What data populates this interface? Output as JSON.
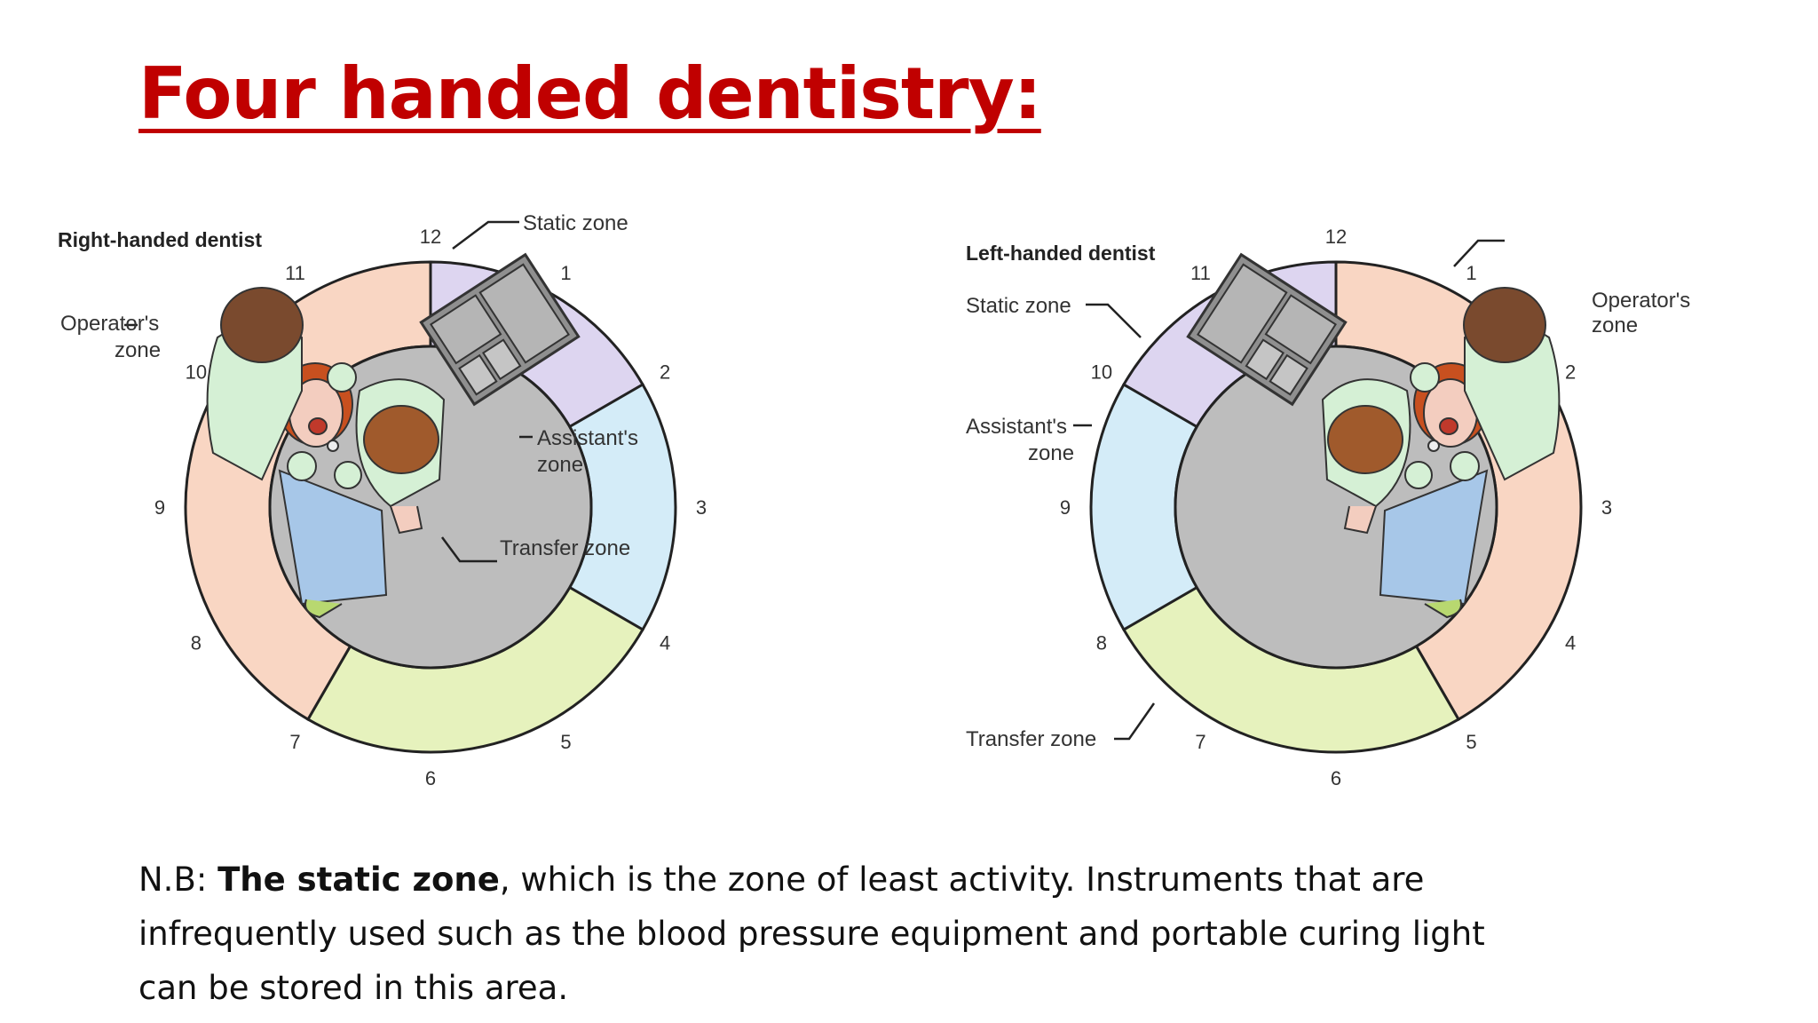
{
  "slide": {
    "title": "Four handed dentistry:",
    "note": {
      "prefix": "N.B: ",
      "bold": "The static zone",
      "rest": ", which is the zone of least activity. Instruments that are infrequently used such as the blood pressure equipment and portable curing light can be stored in this area."
    }
  },
  "diagrams": [
    {
      "heading": "Right-handed dentist",
      "zones": [
        {
          "name": "Static zone",
          "from": 0,
          "to": 2,
          "color": "#ddd5f0"
        },
        {
          "name": "Assistant's zone",
          "from": 2,
          "to": 4,
          "color": "#d4ecf8"
        },
        {
          "name": "Transfer zone",
          "from": 4,
          "to": 7,
          "color": "#e6f2bd"
        },
        {
          "name": "Operator's zone",
          "from": 7,
          "to": 12,
          "color": "#f9d6c3"
        }
      ],
      "labels": {
        "static": "Static zone",
        "assistant": [
          "Assistant's",
          "zone"
        ],
        "transfer": "Transfer zone",
        "operator": [
          "Operator's",
          "zone"
        ]
      },
      "clock": [
        "12",
        "1",
        "2",
        "3",
        "4",
        "5",
        "6",
        "7",
        "8",
        "9",
        "10",
        "11"
      ]
    },
    {
      "heading": "Left-handed dentist",
      "zones": [
        {
          "name": "Operator's zone",
          "from": 0,
          "to": 5,
          "color": "#f9d6c3"
        },
        {
          "name": "Transfer zone",
          "from": 5,
          "to": 8,
          "color": "#e6f2bd"
        },
        {
          "name": "Assistant's zone",
          "from": 8,
          "to": 10,
          "color": "#d4ecf8"
        },
        {
          "name": "Static zone",
          "from": 10,
          "to": 12,
          "color": "#ddd5f0"
        }
      ],
      "labels": {
        "static": "Static zone",
        "assistant": [
          "Assistant's",
          "zone"
        ],
        "transfer": "Transfer zone",
        "operator": [
          "Operator's",
          "zone"
        ]
      },
      "clock": [
        "12",
        "1",
        "2",
        "3",
        "4",
        "5",
        "6",
        "7",
        "8",
        "9",
        "10",
        "11"
      ]
    }
  ]
}
